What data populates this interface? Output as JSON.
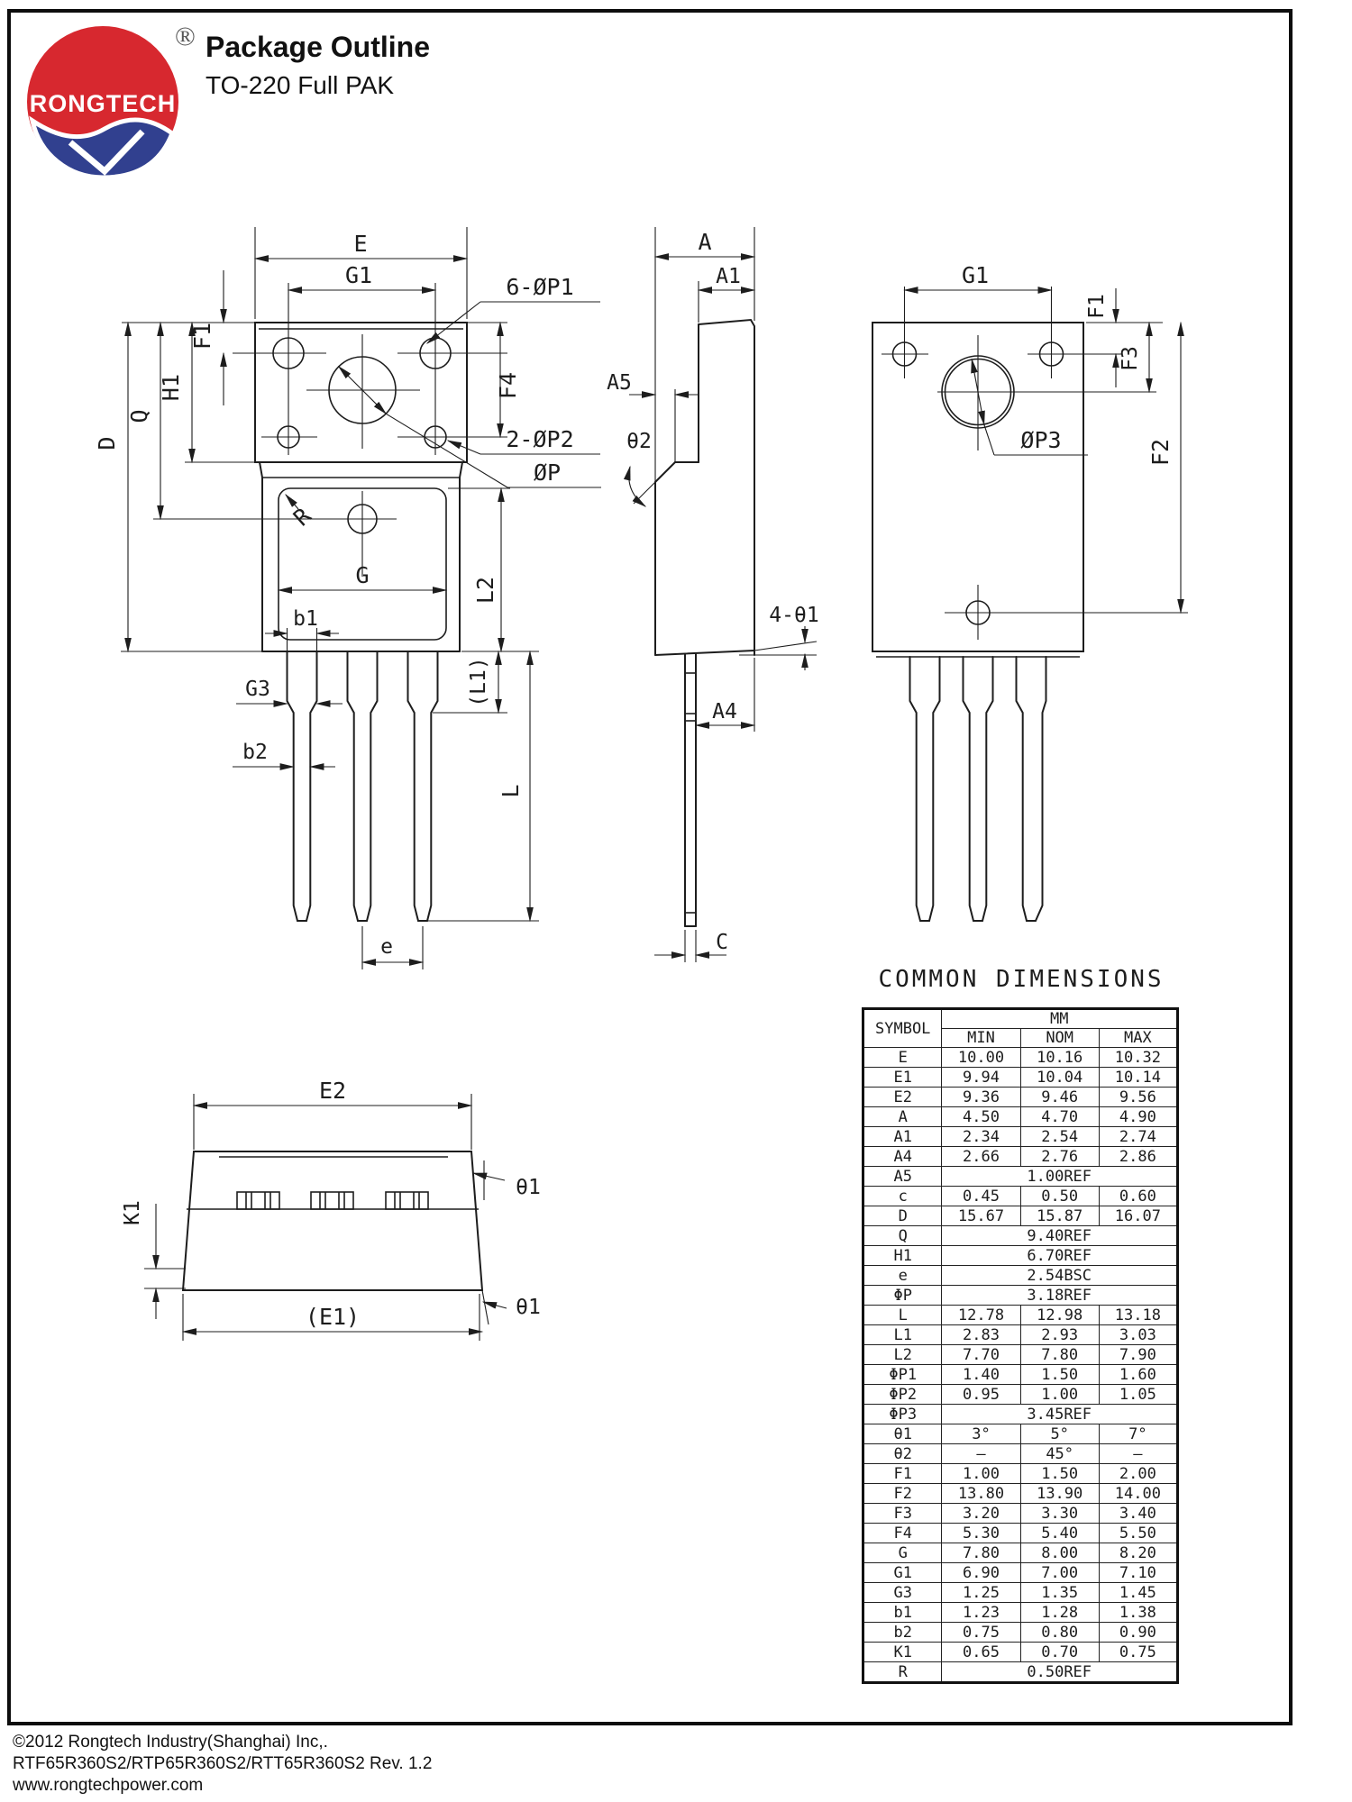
{
  "header": {
    "title": "Package Outline",
    "subtitle": "TO-220 Full PAK",
    "logo_text": "RONGTECH",
    "registered_mark": "®",
    "logo_red": "#d7282f",
    "logo_blue": "#31408f"
  },
  "drawings": {
    "front": {
      "e_dim": "E",
      "g1": "G1",
      "p1_callout": "6-ØP1",
      "f1": "F1",
      "h1": "H1",
      "q": "Q",
      "d": "D",
      "f4": "F4",
      "p2_callout": "2-ØP2",
      "p_callout": "ØP",
      "r": "R",
      "g": "G",
      "l2": "L2",
      "b1": "b1",
      "g3": "G3",
      "b2": "b2",
      "l1": "(L1)",
      "l": "L",
      "e_pitch": "e"
    },
    "side": {
      "a": "A",
      "a1": "A1",
      "a5": "A5",
      "theta2": "θ2",
      "four_theta1": "4-θ1",
      "a4": "A4",
      "c": "C"
    },
    "back": {
      "g1": "G1",
      "f1": "F1",
      "f3": "F3",
      "p3_callout": "ØP3",
      "f2": "F2"
    },
    "bottom": {
      "e2": "E2",
      "k1": "K1",
      "e1": "(E1)",
      "theta1_top": "θ1",
      "theta1_bottom": "θ1"
    }
  },
  "table": {
    "title": "COMMON DIMENSIONS",
    "col_symbol": "SYMBOL",
    "col_unit": "MM",
    "col_min": "MIN",
    "col_nom": "NOM",
    "col_max": "MAX",
    "rows": [
      {
        "symbol": "E",
        "min": "10.00",
        "nom": "10.16",
        "max": "10.32"
      },
      {
        "symbol": "E1",
        "min": "9.94",
        "nom": "10.04",
        "max": "10.14"
      },
      {
        "symbol": "E2",
        "min": "9.36",
        "nom": "9.46",
        "max": "9.56"
      },
      {
        "symbol": "A",
        "min": "4.50",
        "nom": "4.70",
        "max": "4.90"
      },
      {
        "symbol": "A1",
        "min": "2.34",
        "nom": "2.54",
        "max": "2.74"
      },
      {
        "symbol": "A4",
        "min": "2.66",
        "nom": "2.76",
        "max": "2.86"
      },
      {
        "symbol": "A5",
        "span": "1.00REF"
      },
      {
        "symbol": "c",
        "min": "0.45",
        "nom": "0.50",
        "max": "0.60"
      },
      {
        "symbol": "D",
        "min": "15.67",
        "nom": "15.87",
        "max": "16.07"
      },
      {
        "symbol": "Q",
        "span": "9.40REF"
      },
      {
        "symbol": "H1",
        "span": "6.70REF"
      },
      {
        "symbol": "e",
        "span": "2.54BSC"
      },
      {
        "symbol": "ΦP",
        "span": "3.18REF"
      },
      {
        "symbol": "L",
        "min": "12.78",
        "nom": "12.98",
        "max": "13.18"
      },
      {
        "symbol": "L1",
        "min": "2.83",
        "nom": "2.93",
        "max": "3.03"
      },
      {
        "symbol": "L2",
        "min": "7.70",
        "nom": "7.80",
        "max": "7.90"
      },
      {
        "symbol": "ΦP1",
        "min": "1.40",
        "nom": "1.50",
        "max": "1.60"
      },
      {
        "symbol": "ΦP2",
        "min": "0.95",
        "nom": "1.00",
        "max": "1.05"
      },
      {
        "symbol": "ΦP3",
        "span": "3.45REF"
      },
      {
        "symbol": "θ1",
        "min": "3°",
        "nom": "5°",
        "max": "7°"
      },
      {
        "symbol": "θ2",
        "min": "–",
        "nom": "45°",
        "max": "–"
      },
      {
        "symbol": "F1",
        "min": "1.00",
        "nom": "1.50",
        "max": "2.00"
      },
      {
        "symbol": "F2",
        "min": "13.80",
        "nom": "13.90",
        "max": "14.00"
      },
      {
        "symbol": "F3",
        "min": "3.20",
        "nom": "3.30",
        "max": "3.40"
      },
      {
        "symbol": "F4",
        "min": "5.30",
        "nom": "5.40",
        "max": "5.50"
      },
      {
        "symbol": "G",
        "min": "7.80",
        "nom": "8.00",
        "max": "8.20"
      },
      {
        "symbol": "G1",
        "min": "6.90",
        "nom": "7.00",
        "max": "7.10"
      },
      {
        "symbol": "G3",
        "min": "1.25",
        "nom": "1.35",
        "max": "1.45"
      },
      {
        "symbol": "b1",
        "min": "1.23",
        "nom": "1.28",
        "max": "1.38"
      },
      {
        "symbol": "b2",
        "min": "0.75",
        "nom": "0.80",
        "max": "0.90"
      },
      {
        "symbol": "K1",
        "min": "0.65",
        "nom": "0.70",
        "max": "0.75"
      },
      {
        "symbol": "R",
        "span": "0.50REF"
      }
    ]
  },
  "footer": {
    "line1": "©2012 Rongtech Industry(Shanghai) Inc,.",
    "line2": "RTF65R360S2/RTP65R360S2/RTT65R360S2  Rev. 1.2",
    "line3": "www.rongtechpower.com"
  }
}
